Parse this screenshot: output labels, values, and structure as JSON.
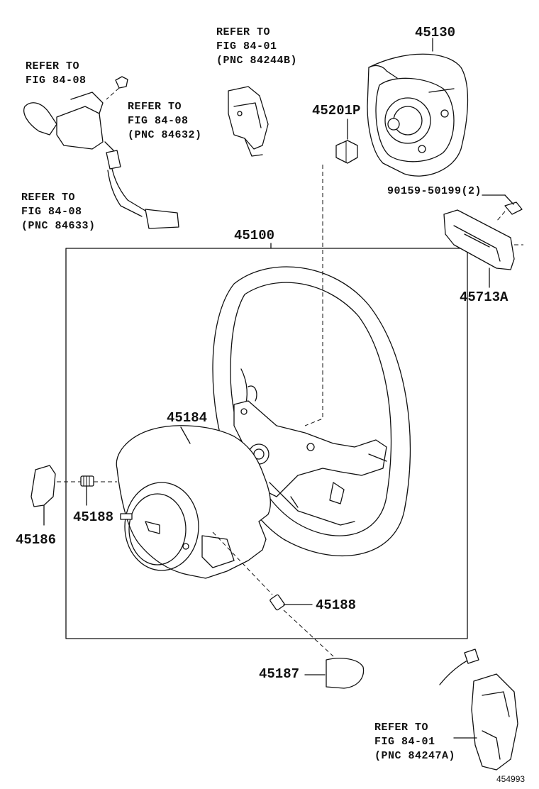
{
  "diagram": {
    "labels": {
      "p45130": "45130",
      "p45201P": "45201P",
      "p90159": "90159-50199(2)",
      "p45713A": "45713A",
      "p45100": "45100",
      "p45184": "45184",
      "p45186": "45186",
      "p45188a": "45188",
      "p45188b": "45188",
      "p45187": "45187"
    },
    "refs": {
      "ref1": [
        "REFER TO",
        "FIG 84-01",
        "(PNC 84244B)"
      ],
      "ref2": [
        "REFER TO",
        "FIG 84-08"
      ],
      "ref3": [
        "REFER TO",
        "FIG 84-08",
        "(PNC 84632)"
      ],
      "ref4": [
        "REFER TO",
        "FIG 84-08",
        "(PNC 84633)"
      ],
      "ref5": [
        "REFER TO",
        "FIG 84-01",
        "(PNC 84247A)"
      ]
    },
    "footer_id": "454993"
  }
}
